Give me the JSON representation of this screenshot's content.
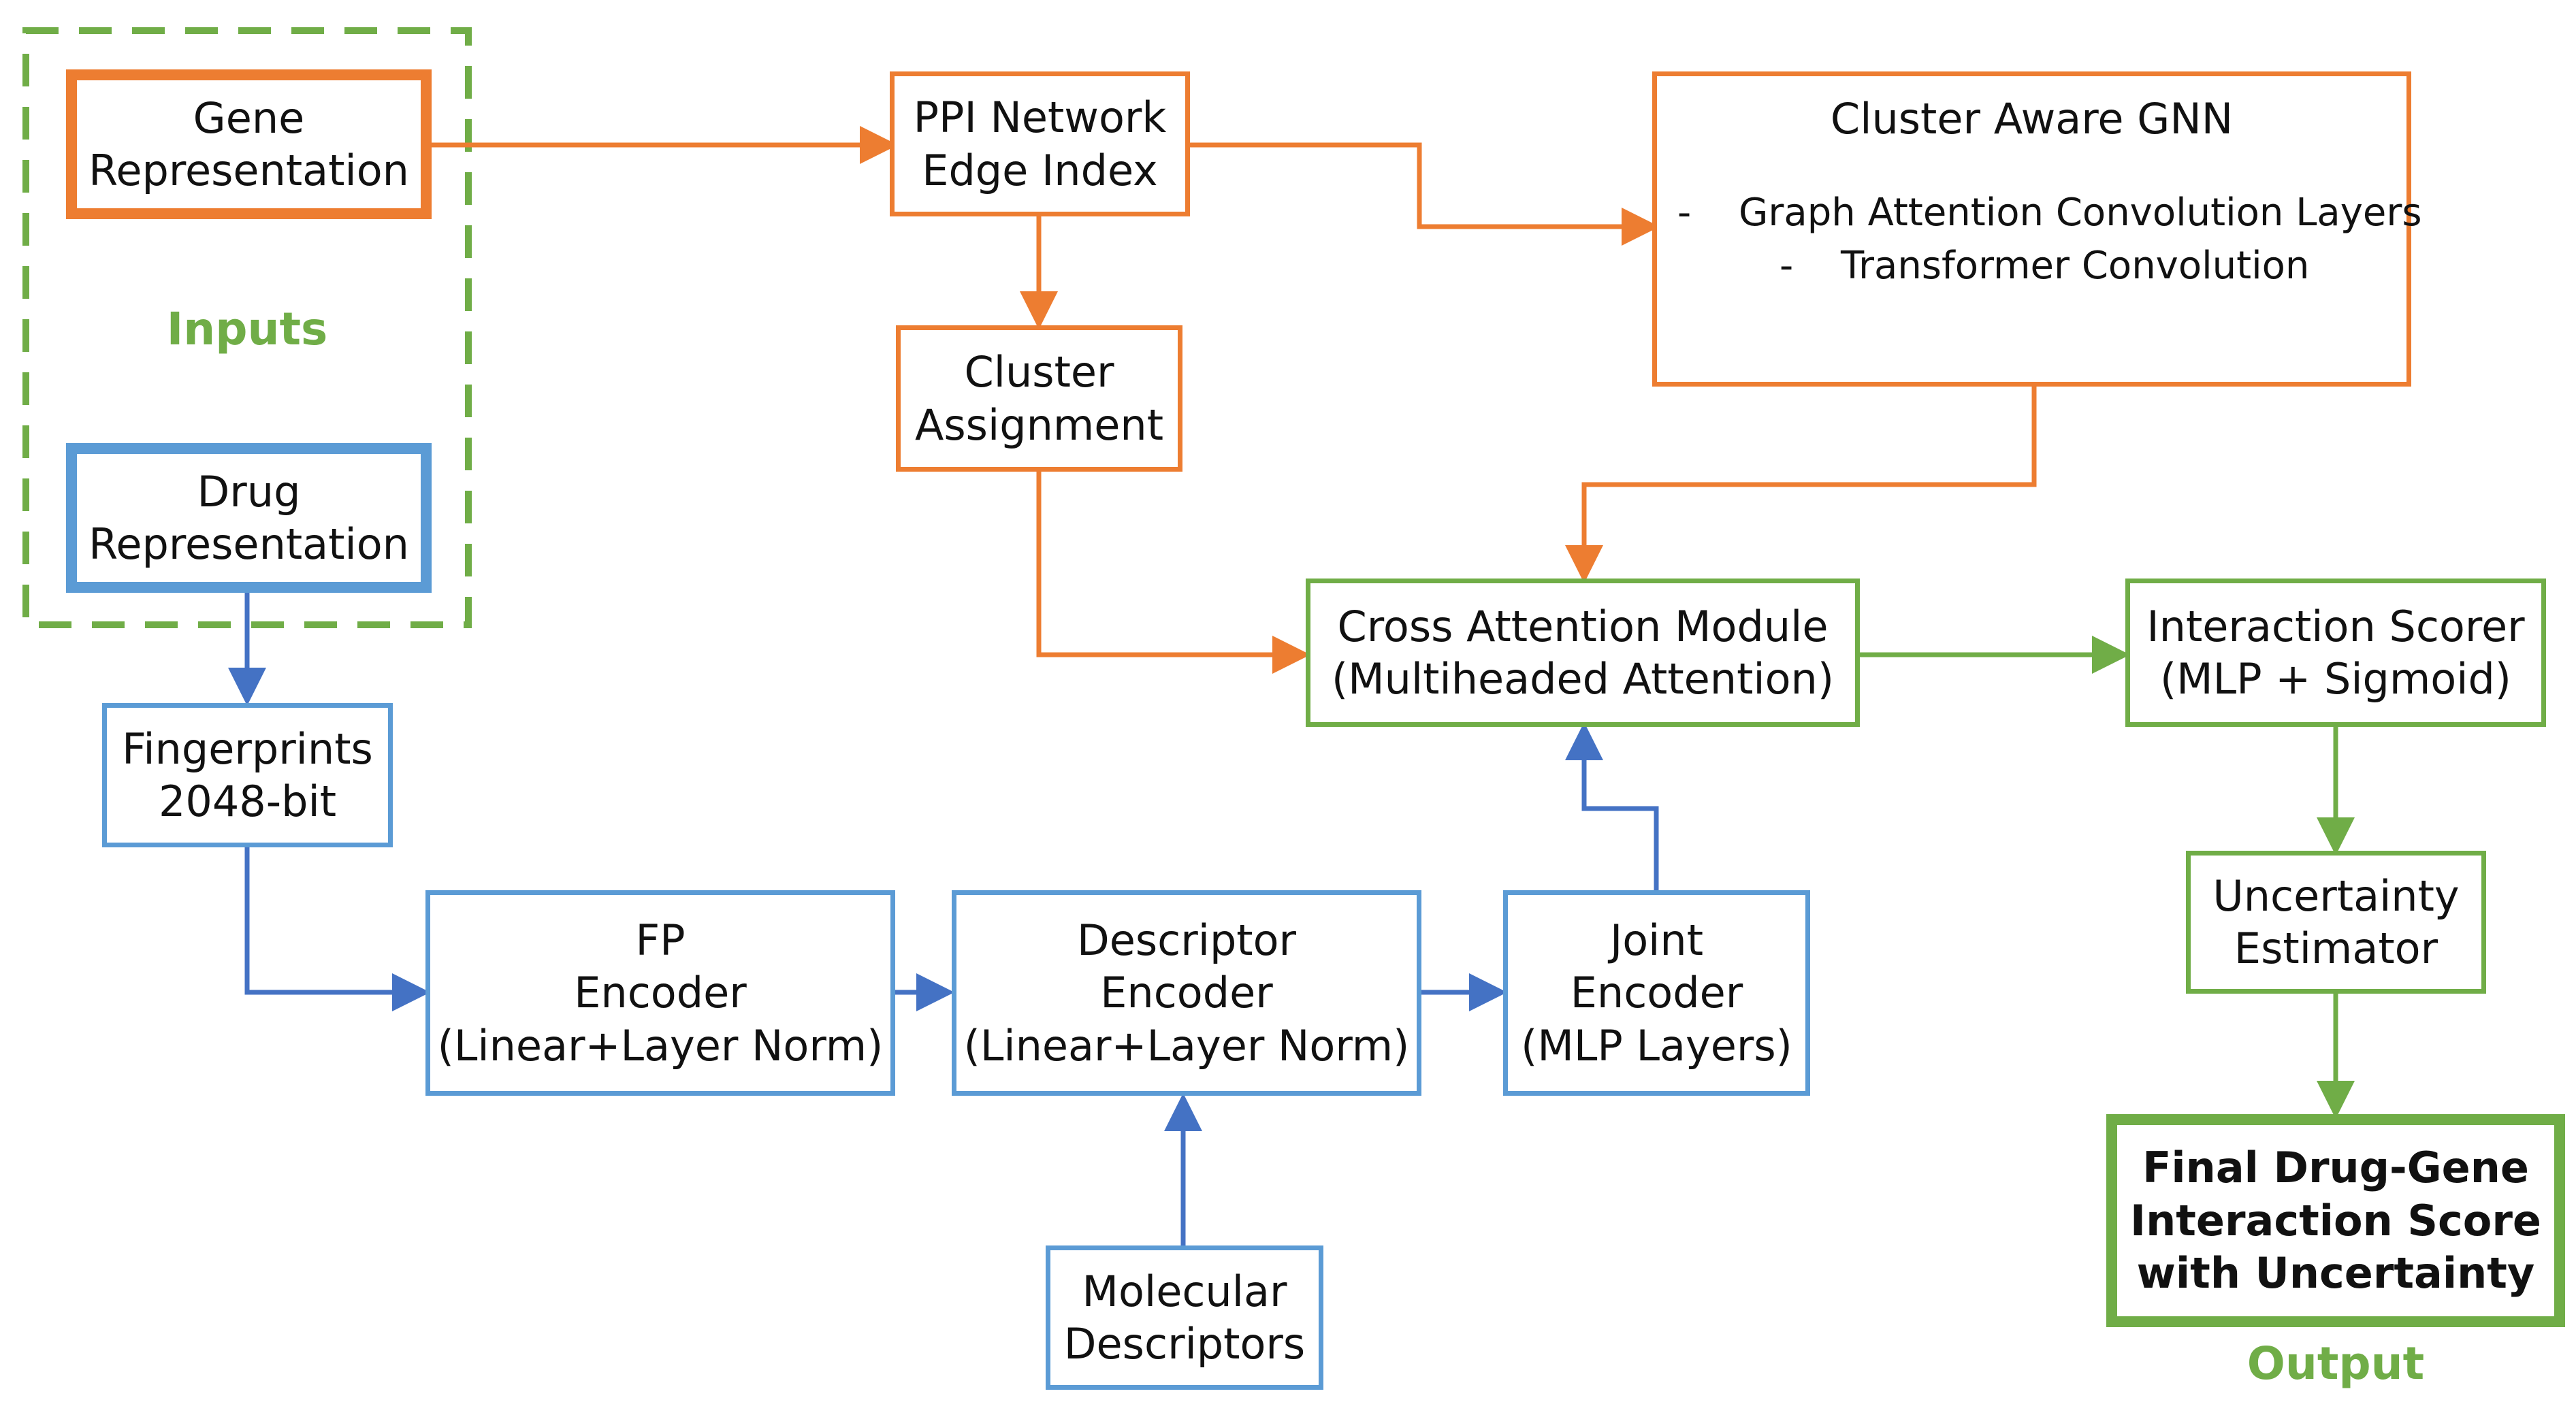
{
  "colors": {
    "orange": "#ED7D31",
    "blue_line": "#4472C4",
    "blue_box": "#5B9BD5",
    "green": "#70AD47"
  },
  "labels": {
    "inputs": "Inputs",
    "output": "Output"
  },
  "nodes": {
    "gene_rep": [
      "Gene",
      "Representation"
    ],
    "drug_rep": [
      "Drug",
      "Representation"
    ],
    "ppi": [
      "PPI Network",
      "Edge Index"
    ],
    "cluster_assign": [
      "Cluster",
      "Assignment"
    ],
    "gnn": {
      "title": "Cluster Aware GNN",
      "item_marker": "-",
      "items": [
        "Graph Attention Convolution Layers",
        "Transformer Convolution"
      ]
    },
    "cross_attention": [
      "Cross Attention Module",
      "(Multiheaded Attention)"
    ],
    "interaction_scorer": [
      "Interaction Scorer",
      "(MLP + Sigmoid)"
    ],
    "uncertainty": [
      "Uncertainty",
      "Estimator"
    ],
    "final": [
      "Final Drug-Gene",
      "Interaction Score",
      "with Uncertainty"
    ],
    "fingerprints": [
      "Fingerprints",
      "2048-bit"
    ],
    "fp_encoder": [
      "FP",
      "Encoder",
      "(Linear+Layer Norm)"
    ],
    "desc_encoder": [
      "Descriptor",
      "Encoder",
      "(Linear+Layer Norm)"
    ],
    "joint_encoder": [
      "Joint",
      "Encoder",
      "(MLP Layers)"
    ],
    "mol_desc": [
      "Molecular",
      "Descriptors"
    ]
  }
}
